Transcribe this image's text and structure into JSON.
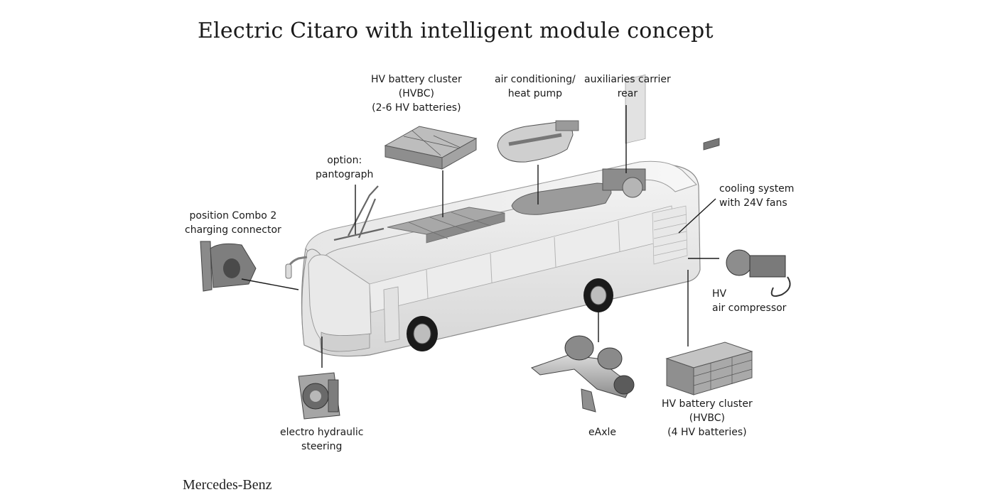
{
  "title": "Electric Citaro with intelligent module concept",
  "brand": "Mercedes-Benz",
  "labels": {
    "hvbc_top": [
      "HV battery cluster",
      "(HVBC)",
      "(2-6 HV batteries)"
    ],
    "air_conditioning": [
      "air conditioning/",
      "heat pump"
    ],
    "auxiliaries": [
      "auxiliaries carrier",
      "rear"
    ],
    "pantograph": [
      "option:",
      "pantograph"
    ],
    "cooling": [
      "cooling system",
      "with 24V fans"
    ],
    "combo": [
      "position Combo 2",
      "charging connector"
    ],
    "compressor": [
      "HV",
      "air compressor"
    ],
    "steering": [
      "electro hydraulic",
      "steering"
    ],
    "eaxle": [
      "eAxle"
    ],
    "hvbc_rear": [
      "HV battery cluster",
      "(HVBC)",
      "(4 HV batteries)"
    ]
  }
}
